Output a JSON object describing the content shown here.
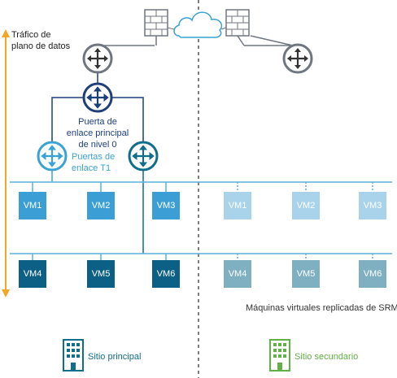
{
  "labels": {
    "data_plane_line1": "Tráfico de",
    "data_plane_line2": "plano de datos",
    "tier0_line1": "Puerta de",
    "tier0_line2": "enlace principal",
    "tier0_line3": "de nivel 0",
    "t1_line1": "Puertas de",
    "t1_line2": "enlace T1",
    "replicated": "Máquinas virtuales replicadas de SRM",
    "primary_site": "Sitio principal",
    "secondary_site": "Sitio secundario"
  },
  "vms": {
    "primary_row1": [
      "VM1",
      "VM2",
      "VM3"
    ],
    "primary_row2": [
      "VM4",
      "VM5",
      "VM6"
    ],
    "secondary_row1": [
      "VM1",
      "VM2",
      "VM3"
    ],
    "secondary_row2": [
      "VM4",
      "VM5",
      "VM6"
    ]
  },
  "colors": {
    "accent_orange": "#f5a623",
    "segment_line": "#5bb1d6",
    "router_gray": "#707680",
    "router_tier0": "#1d3f7a",
    "router_t1_light": "#3aa3d4",
    "router_t1_teal": "#0f6e8c",
    "vm_row1": "#3b9fd6",
    "vm_row2": "#0c5f85",
    "vm_row1_replica": "#a9d3ea",
    "vm_row2_replica": "#7fb0c2",
    "label_blue_dark": "#1d3f7a",
    "label_blue_light": "#3aa3d4",
    "building_primary": "#0f6e8c",
    "building_secondary": "#63b046"
  }
}
